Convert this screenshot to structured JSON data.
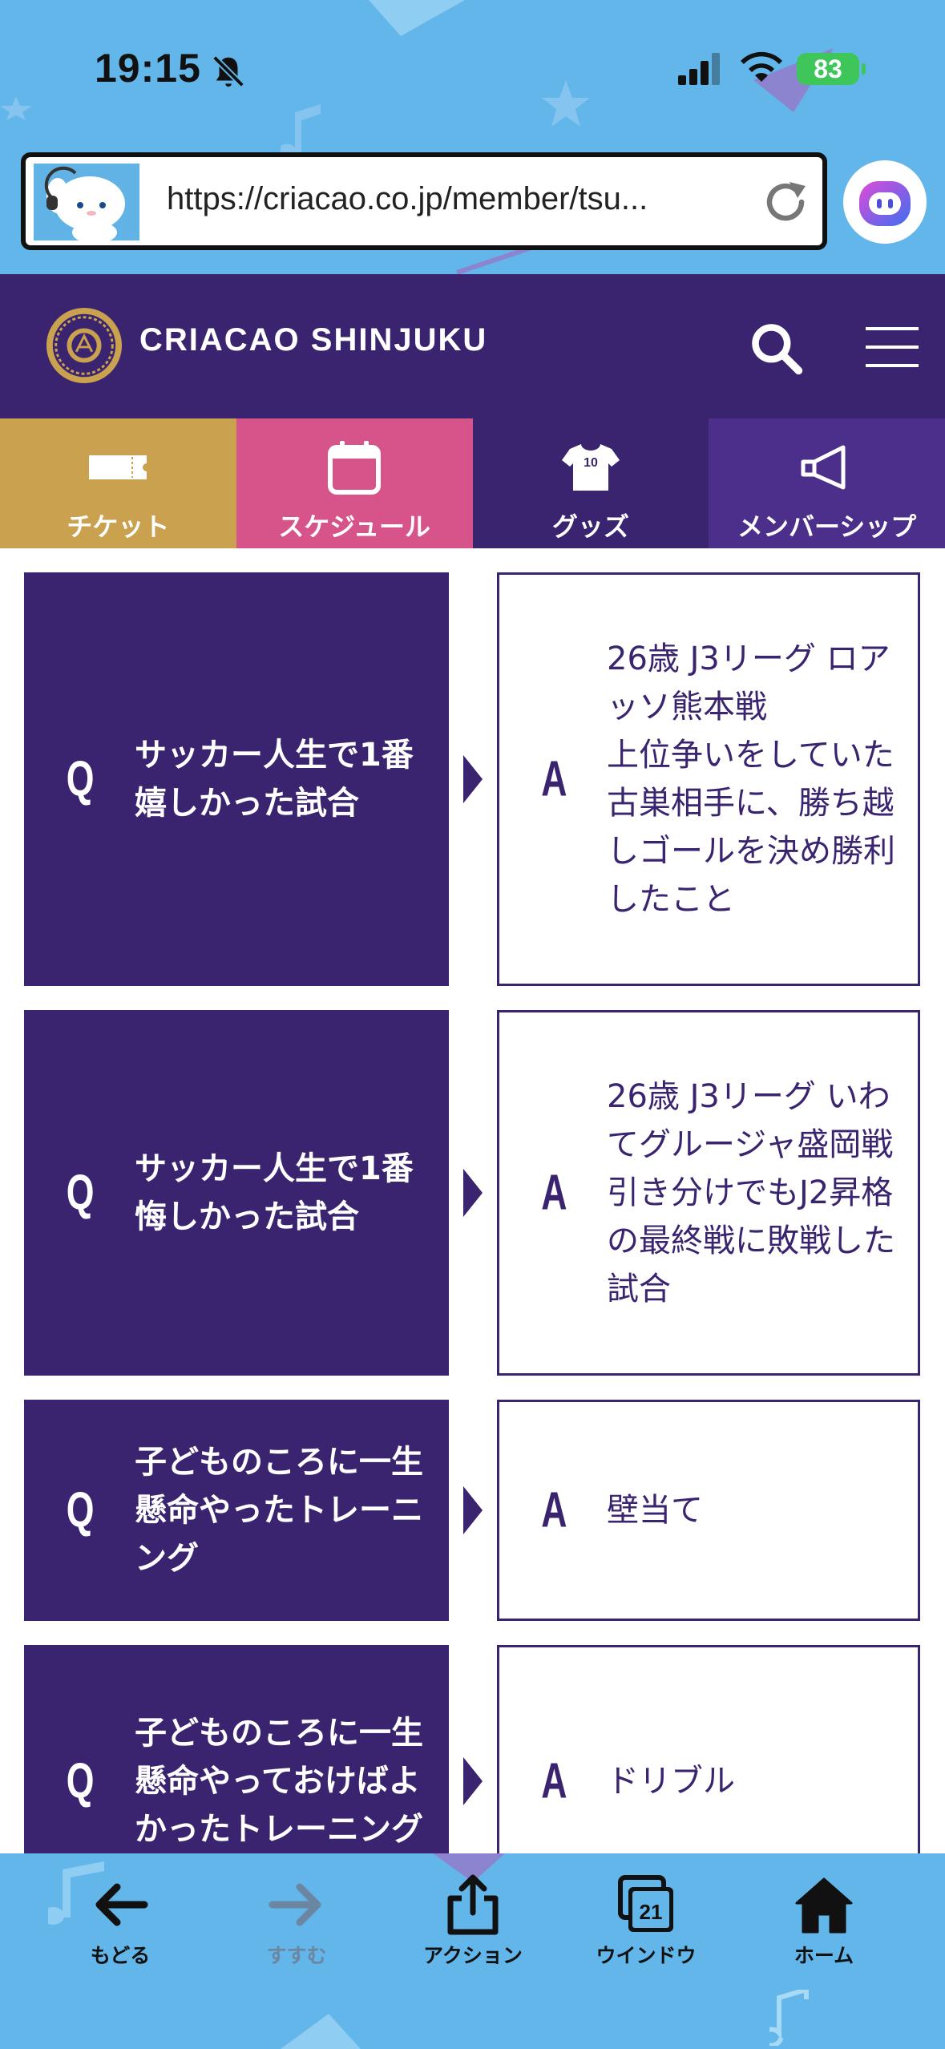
{
  "status_bar": {
    "time": "19:15",
    "battery": "83"
  },
  "browser": {
    "url": "https://criacao.co.jp/member/tsu..."
  },
  "site": {
    "logo_text": "CRIACAO SHINJUKU"
  },
  "nav_tabs": [
    {
      "label": "チケット",
      "icon": "ticket-icon"
    },
    {
      "label": "スケジュール",
      "icon": "calendar-icon"
    },
    {
      "label": "グッズ",
      "icon": "jersey-icon"
    },
    {
      "label": "メンバーシップ",
      "icon": "megaphone-icon"
    }
  ],
  "qa": {
    "q_letter": "Q",
    "a_letter": "A",
    "items": [
      {
        "q": "サッカー人生で1番嬉しかった試合",
        "a": "26歳 J3リーグ ロアッソ熊本戦\n上位争いをしていた古巣相手に、勝ち越しゴールを決め勝利したこと"
      },
      {
        "q": "サッカー人生で1番悔しかった試合",
        "a": "26歳 J3リーグ いわてグルージャ盛岡戦\n引き分けでもJ2昇格の最終戦に敗戦した試合"
      },
      {
        "q": "子どものころに一生懸命やったトレーニング",
        "a": "壁当て"
      },
      {
        "q": "子どものころに一生懸命やっておけばよかったトレーニング",
        "a": "ドリブル"
      }
    ]
  },
  "toolbar": {
    "back": "もどる",
    "forward": "すすむ",
    "action": "アクション",
    "window": "ウインドウ",
    "window_count": "21",
    "home": "ホーム"
  },
  "colors": {
    "brand_purple": "#3a2470",
    "ticket": "#c9a14f",
    "schedule": "#d6548a",
    "membership": "#4c2f8a",
    "chrome_blue": "#63b6ea"
  }
}
